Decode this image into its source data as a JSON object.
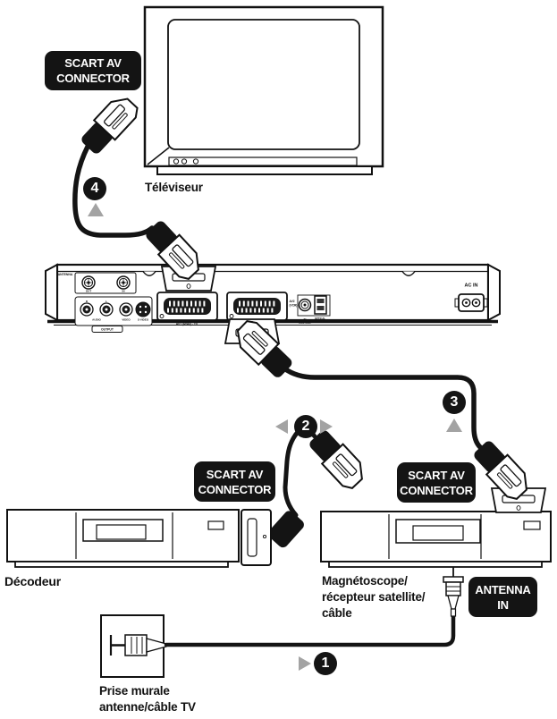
{
  "labels": {
    "scart_connector_line1": "SCART AV",
    "scart_connector_line2": "CONNECTOR",
    "antenna_in_line1": "ANTENNA",
    "antenna_in_line2": "IN",
    "tv": "Téléviseur",
    "decoder": "Décodeur",
    "vcr_line1": "Magnétoscope/",
    "vcr_line2": "récepteur satellite/",
    "vcr_line3": "câble",
    "wall_line1": "Prise murale",
    "wall_line2": "antenne/câble TV"
  },
  "steps": {
    "s1": "1",
    "s2": "2",
    "s3": "3",
    "s4": "4"
  },
  "rear_panel": {
    "antenna": "ANTENNA",
    "out": "OUT",
    "in": "IN",
    "r": "R",
    "l": "L",
    "audio": "AUDIO",
    "video": "VIDEO",
    "svideo": "S-VIDEO",
    "output": "OUTPUT",
    "av1": "AV1 (RGB) - TV",
    "av2_line1": "AV2",
    "av2_line2": "(VCR)",
    "control_line1": "IN",
    "control_line2": "CONTROL",
    "optical_line1": "OPTICAL",
    "optical_line2": "DIGITAL OUT",
    "ac_in": "AC IN"
  },
  "colors": {
    "line": "#111111",
    "label_bg": "#141414",
    "arrow_gray": "#a3a3a3"
  }
}
